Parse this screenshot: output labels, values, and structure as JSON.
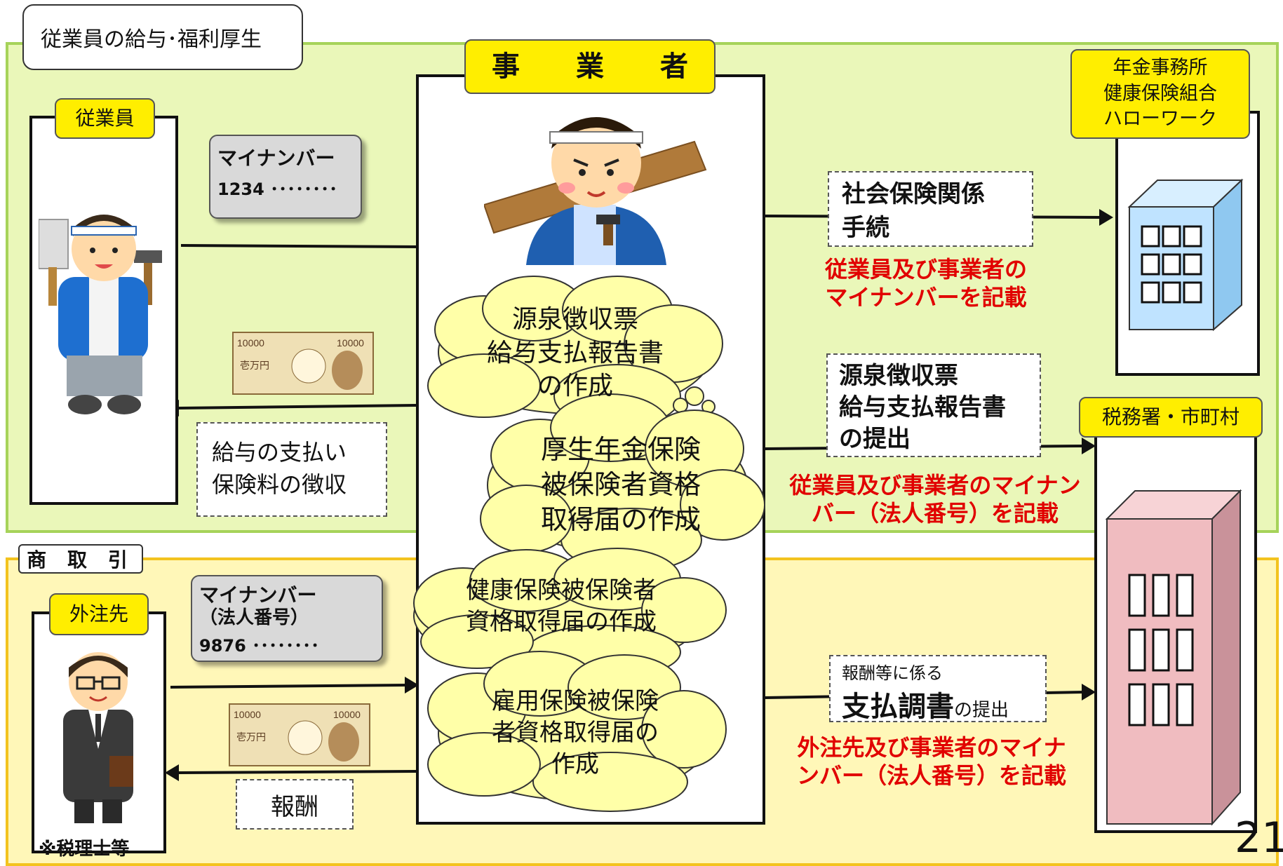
{
  "title": "従業員の給与･福利厚生",
  "section_trade": "商 取 引",
  "employer": {
    "label": "事　　業　　者"
  },
  "employee": {
    "label": "従業員",
    "mynumber_title": "マイナンバー",
    "mynumber_value": "1234 ････････",
    "payment_text": "給与の支払い\n保険料の徴収"
  },
  "contractor": {
    "label": "外注先",
    "mynumber_title": "マイナンバー",
    "mynumber_sub": "（法人番号）",
    "mynumber_value": "9876 ････････",
    "payment_text": "報酬",
    "note": "※税理士等"
  },
  "clouds": [
    "源泉徴収票\n給与支払報告書\nの作成",
    "厚生年金保険\n被保険者資格\n取得届の作成",
    "健康保険被保険者\n資格取得届の作成",
    "雇用保険被保険\n者資格取得届の\n作成"
  ],
  "pension_office": {
    "label": "年金事務所\n健康保険組合\nハローワーク"
  },
  "tax_office": {
    "label": "税務署・市町村"
  },
  "procedures": {
    "social": "社会保険関係\n手続",
    "social_note": "従業員及び事業者の\nマイナンバーを記載",
    "withholding": "源泉徴収票\n給与支払報告書\nの提出",
    "withholding_note": "従業員及び事業者のマイナン\nバー（法人番号）を記載",
    "payment_pre": "報酬等に係る",
    "payment_main": "支払調書",
    "payment_suffix": "の提出",
    "payment_note": "外注先及び事業者のマイナ\nンバー（法人番号）を記載"
  },
  "page_number": "21",
  "colors": {
    "green_band": "#eaf7b9",
    "yellow_band": "#fff7b8",
    "label_yellow": "#ffee00",
    "note_red": "#e10000",
    "cloud_fill": "#ffffa8"
  }
}
